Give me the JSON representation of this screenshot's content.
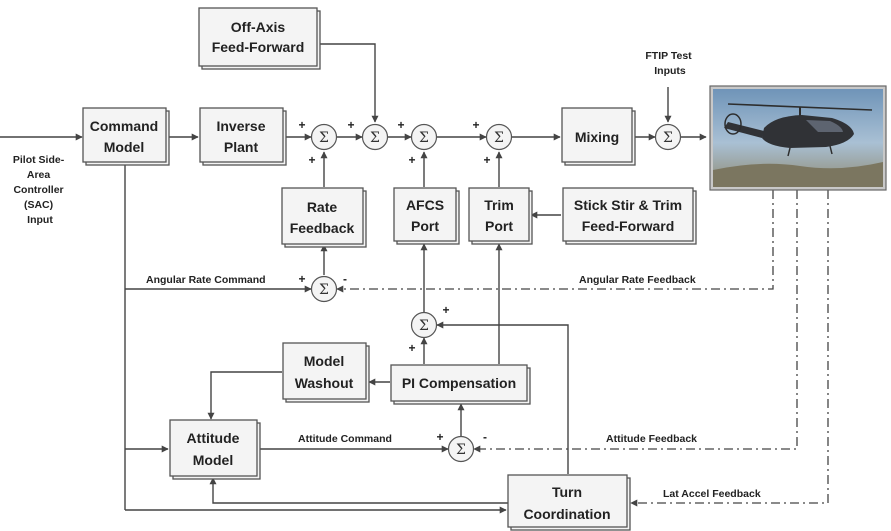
{
  "blocks": {
    "off_axis": [
      "Off-Axis",
      "Feed-Forward"
    ],
    "command_model": [
      "Command",
      "Model"
    ],
    "inverse_plant": [
      "Inverse",
      "Plant"
    ],
    "mixing": [
      "Mixing"
    ],
    "rate_feedback": [
      "Rate",
      "Feedback"
    ],
    "afcs_port": [
      "AFCS",
      "Port"
    ],
    "trim_port": [
      "Trim",
      "Port"
    ],
    "stick_stir": [
      "Stick Stir & Trim",
      "Feed-Forward"
    ],
    "model_washout": [
      "Model",
      "Washout"
    ],
    "pi_compensation": [
      "PI Compensation"
    ],
    "attitude_model": [
      "Attitude",
      "Model"
    ],
    "turn_coordination": [
      "Turn",
      "Coordination"
    ]
  },
  "labels": {
    "pilot_input": [
      "Pilot Side-",
      "Area",
      "Controller",
      "(SAC)",
      "Input"
    ],
    "ftip": [
      "FTIP Test",
      "Inputs"
    ],
    "angular_rate_command": "Angular Rate Command",
    "angular_rate_feedback": "Angular Rate Feedback",
    "attitude_command": "Attitude Command",
    "attitude_feedback": "Attitude Feedback",
    "lat_accel_feedback": "Lat Accel Feedback"
  },
  "summer_symbol": "Σ",
  "signs": {
    "plus": "+",
    "minus": "-"
  },
  "colors": {
    "line": "#444444",
    "block_fill": "#f4f4f4",
    "block_border": "#555555"
  }
}
